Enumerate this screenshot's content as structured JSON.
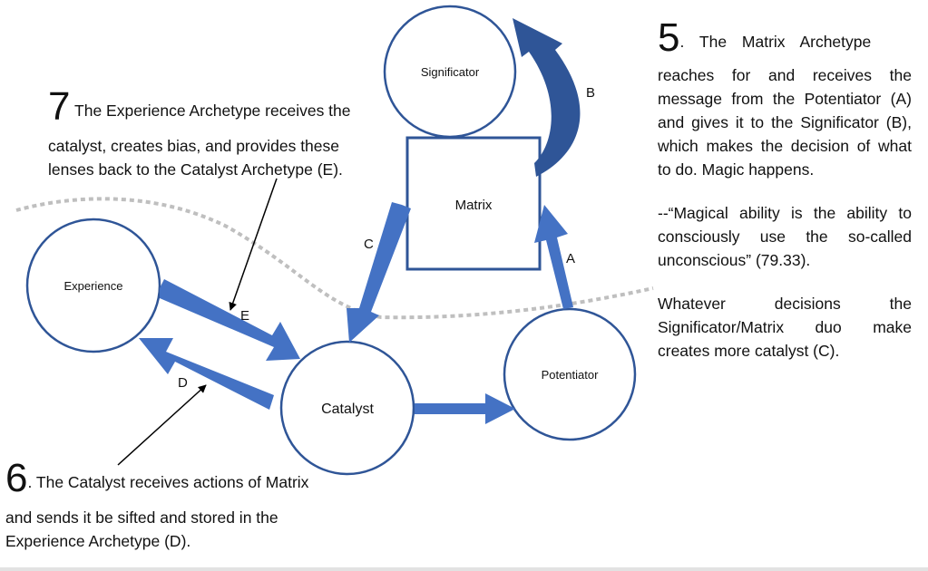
{
  "diagram": {
    "nodes": {
      "significator": {
        "label": "Significator",
        "shape": "circle"
      },
      "matrix": {
        "label": "Matrix",
        "shape": "square"
      },
      "experience": {
        "label": "Experience",
        "shape": "circle"
      },
      "catalyst": {
        "label": "Catalyst",
        "shape": "circle"
      },
      "potentiator": {
        "label": "Potentiator",
        "shape": "circle"
      }
    },
    "edges": [
      {
        "id": "A",
        "label": "A",
        "from": "potentiator",
        "to": "matrix"
      },
      {
        "id": "B",
        "label": "B",
        "from": "matrix",
        "to": "significator"
      },
      {
        "id": "C",
        "label": "C",
        "from": "matrix",
        "to": "catalyst"
      },
      {
        "id": "D",
        "label": "D",
        "from": "catalyst",
        "to": "experience"
      },
      {
        "id": "E",
        "label": "E",
        "from": "experience",
        "to": "catalyst"
      },
      {
        "id": "F",
        "label": "",
        "from": "catalyst",
        "to": "potentiator"
      }
    ],
    "colors": {
      "node_stroke": "#2f5597",
      "arrow_fill": "#4472c4",
      "arrow_dark": "#2f5597",
      "divider": "#bfbfbf",
      "callout": "#000000"
    }
  },
  "annotations": {
    "step5": {
      "number": "5",
      "lead": ". The Matrix Archetype",
      "body": "reaches for and receives the message from the Potentiator (A) and gives it to the Significator (B), which makes the decision of what to do. Magic happens.",
      "quote": "--“Magical ability is the ability to consciously use the so-called unconscious” (79.33).",
      "closing": "Whatever decisions the Significator/Matrix duo make creates more catalyst (C)."
    },
    "step6": {
      "number": "6",
      "lead": ". The Catalyst receives actions of Matrix",
      "body_line1": "and sends it be sifted and stored in the",
      "body_line2": "Experience Archetype (D)."
    },
    "step7": {
      "number": "7",
      "lead": " The Experience Archetype receives the",
      "body_line1": "catalyst, creates bias, and provides these",
      "body_line2": "lenses back to the Catalyst Archetype (E)."
    }
  }
}
